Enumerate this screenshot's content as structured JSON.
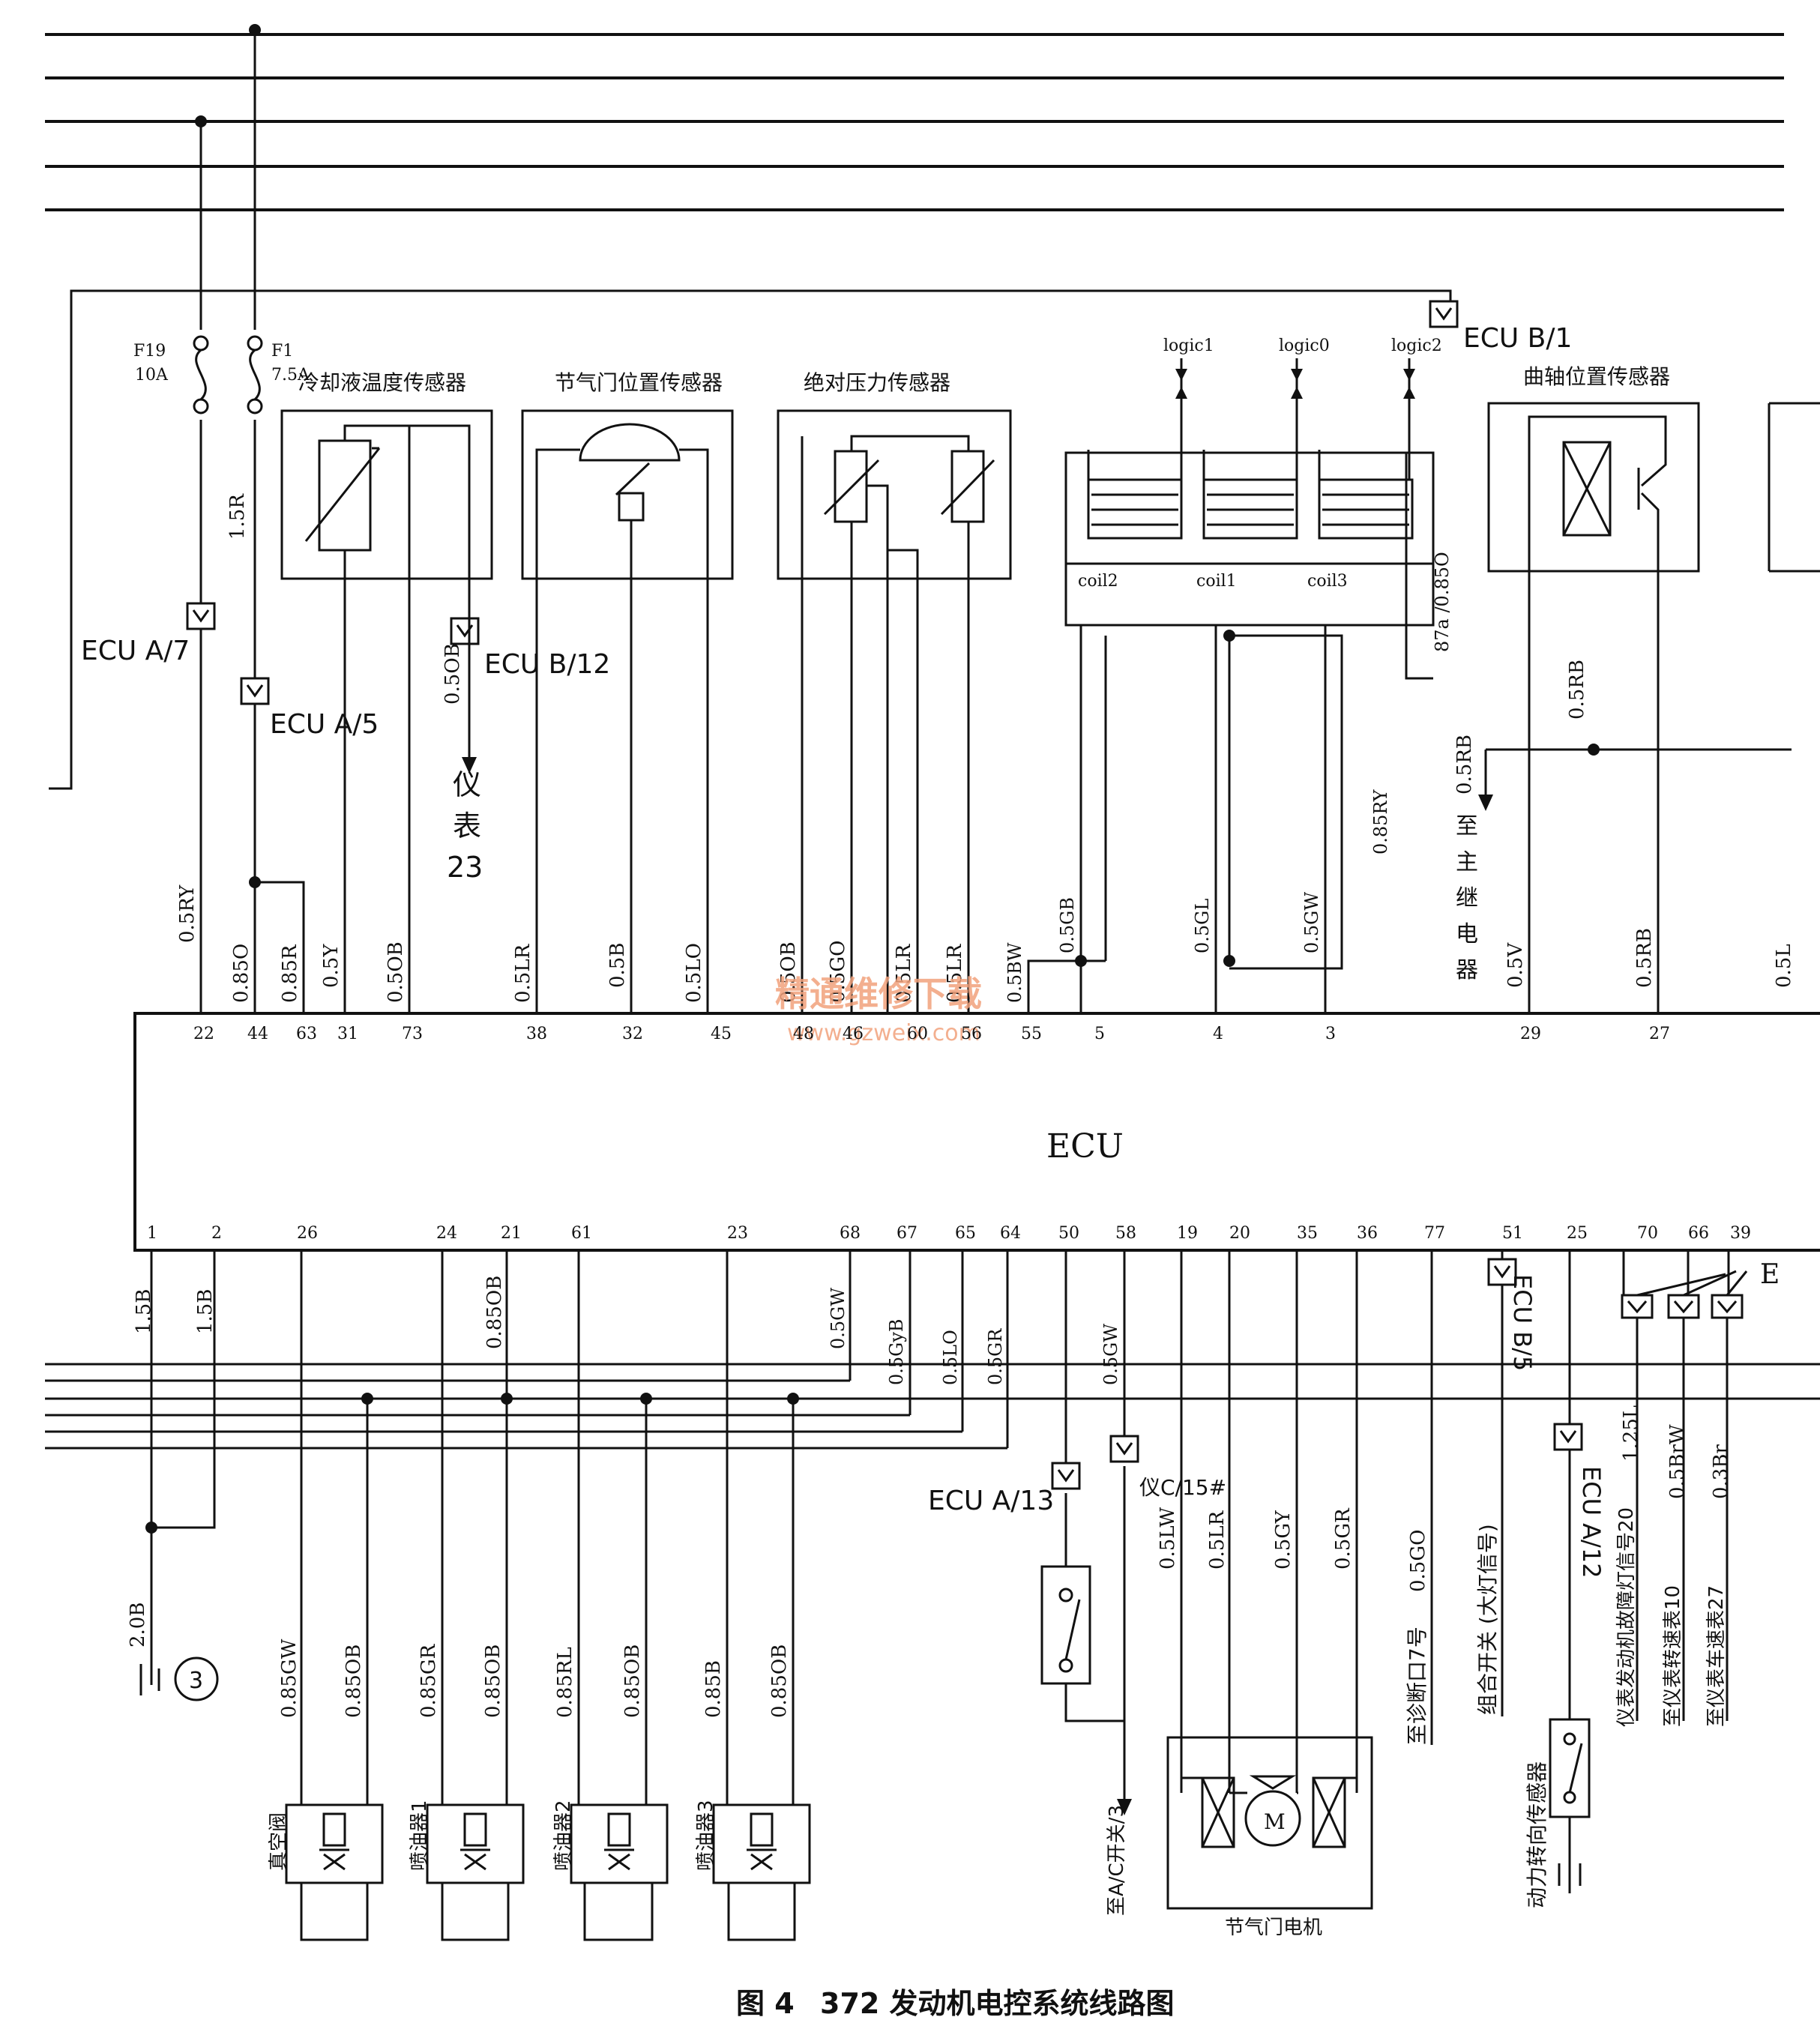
{
  "caption": {
    "figure_no": "图 4",
    "title": "372 发动机电控系统线路图"
  },
  "watermark": {
    "cn": "精通维修下载",
    "url": "www.gzweix.com"
  },
  "ecu": {
    "label": "ECU"
  },
  "fuses": [
    {
      "id": "F19",
      "rating": "10A"
    },
    {
      "id": "F1",
      "rating": "7.5A"
    }
  ],
  "sensors": {
    "coolant_temp": "冷却液温度传感器",
    "throttle_pos": "节气门位置传感器",
    "abs_pressure": "绝对压力传感器",
    "crank_pos": "曲轴位置传感器"
  },
  "ignition": {
    "logic": [
      "logic1",
      "logic0",
      "logic2"
    ],
    "coils": [
      "coil2",
      "coil1",
      "coil3"
    ]
  },
  "connectors": {
    "ecu_a7": "ECU A/7",
    "ecu_a5": "ECU A/5",
    "ecu_b12": "ECU B/12",
    "ecu_b1": "ECU B/1",
    "ecu_b5": "ECU B/5",
    "ecu_a12": "ECU A/12",
    "ecu_a13": "ECU A/13",
    "yi_c15": "仪C/15#",
    "e_cut": "E"
  },
  "destinations": {
    "yibiao": [
      "仪",
      "表",
      "23"
    ],
    "main_relay": [
      "至",
      "主",
      "继",
      "电",
      "器"
    ],
    "ac_switch": "至A/C开关/3",
    "diag": "至诊断口7号",
    "combo_switch": "组合开关 (大灯信号)",
    "fault_lamp": "仪表发动机故障灯信号20",
    "tacho": "至仪表转速表10",
    "speedo": "至仪表车速表27"
  },
  "actuators": {
    "vacuum_valve": "真空阀",
    "inj1": "喷油器1",
    "inj2": "喷油器2",
    "inj3": "喷油器3",
    "throttle_motor": "节气门电机",
    "ps_sensor": "动力转向传感器",
    "motor_symbol": "M",
    "ground_no": "3"
  },
  "top_pins": [
    "22",
    "44",
    "63",
    "31",
    "73",
    "38",
    "32",
    "45",
    "48",
    "46",
    "60",
    "56",
    "55",
    "5",
    "4",
    "3",
    "29",
    "27"
  ],
  "bottom_pins": [
    "1",
    "2",
    "26",
    "24",
    "21",
    "61",
    "23",
    "68",
    "67",
    "65",
    "64",
    "50",
    "58",
    "19",
    "20",
    "35",
    "36",
    "77",
    "51",
    "25",
    "70",
    "66",
    "39"
  ],
  "wires": {
    "w_15r": "1.5R",
    "w_05ry": "0.5RY",
    "w_085o": "0.85O",
    "w_085r": "0.85R",
    "w_05y": "0.5Y",
    "w_05ob": "0.5OB",
    "w_05ob_b": "0.5OB",
    "w_05lr": "0.5LR",
    "w_05b": "0.5B",
    "w_05lo": "0.5LO",
    "w_05ob_c": "0.5OB",
    "w_05go": "0.5GO",
    "w_05lr_b": "0.5LR",
    "w_05lr_c": "0.5LR",
    "w_05bw": "0.5BW",
    "w_05gb": "0.5GB",
    "w_05gl": "0.5GL",
    "w_05gw_top": "0.5GW",
    "w_085ry": "0.85RY",
    "w_87a": "87a /0.85O",
    "w_05rb": "0.5RB",
    "w_05rb_b": "0.5RB",
    "w_05v": "0.5V",
    "w_05rb_c": "0.5RB",
    "w_05l_cut": "0.5L",
    "w_15b_1": "1.5B",
    "w_15b_2": "1.5B",
    "w_085ob_21": "0.85OB",
    "w_05gw_68": "0.5GW",
    "w_05gyb": "0.5GyB",
    "w_05lo_65": "0.5LO",
    "w_05gr_64": "0.5GR",
    "w_05gw_58": "0.5GW",
    "w_20b": "2.0B",
    "w_085gw": "0.85GW",
    "w_085ob_1": "0.85OB",
    "w_085gr": "0.85GR",
    "w_085ob_2": "0.85OB",
    "w_085rl": "0.85RL",
    "w_085ob_3": "0.85OB",
    "w_085b": "0.85B",
    "w_085ob_4": "0.85OB",
    "w_05lw": "0.5LW",
    "w_05lr_20": "0.5LR",
    "w_05gy": "0.5GY",
    "w_05gr_36": "0.5GR",
    "w_05go_77": "0.5GO",
    "w_125l": "1.25L",
    "w_05brw": "0.5BrW",
    "w_03br": "0.3Br"
  },
  "colors": {
    "ink": "#111111",
    "watermark": "#f2a27c",
    "paper": "#ffffff"
  }
}
